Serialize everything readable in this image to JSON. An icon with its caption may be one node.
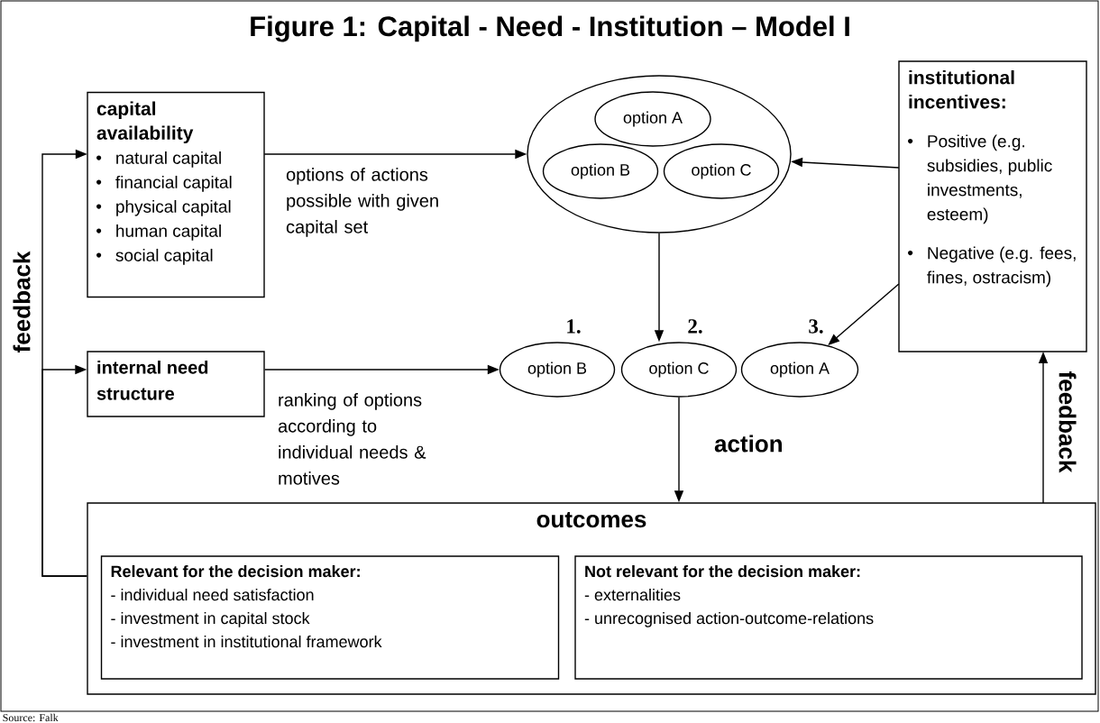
{
  "diagram": {
    "title": "Figure 1: Capital - Need - Institution – Model I",
    "nodes": [
      {
        "text": [
          "capital availability",
          "natural capital",
          "financial capital",
          "physical capital",
          "human capital",
          "social capital"
        ]
      },
      {
        "text": [],
        "shape": "ellipse"
      },
      {
        "text": [
          "option A"
        ],
        "in": 1
      },
      {
        "text": [
          "option B"
        ],
        "in": 1
      },
      {
        "text": [
          "option C"
        ],
        "in": 1
      },
      {
        "text": [
          "institutional incentives:",
          "Positive (e.g. subsidies, public investments, esteem)",
          "Negative (e.g. fees, fines, ostracism)"
        ]
      },
      {
        "text": [
          "internal need structure"
        ]
      },
      {
        "text": [
          "option B"
        ],
        "beside": [
          "1."
        ]
      },
      {
        "text": [
          "option C"
        ],
        "beside": [
          "2."
        ]
      },
      {
        "text": [
          "option A"
        ],
        "beside": [
          "3."
        ]
      },
      {
        "text": [
          "outcomes"
        ]
      },
      {
        "text": [
          "Relevant for the decision maker:",
          "- individual need satisfaction",
          "- investment in capital stock",
          "- investment in institutional framework"
        ],
        "in": 10
      },
      {
        "text": [
          "Not relevant for the decision maker:",
          "- externalities",
          "- unrecognised action-outcome-relations"
        ],
        "in": 10
      }
    ],
    "edges": [
      {
        "from": 0,
        "to": 1,
        "arrow": "to",
        "label": "options of actions possible with given capital set"
      },
      {
        "from": 6,
        "to": 7,
        "arrow": "to",
        "label": "ranking of options according to individual needs & motives"
      },
      {
        "from": 5,
        "to": 1,
        "arrow": "to"
      },
      {
        "from": 5,
        "to": 9,
        "arrow": "to"
      },
      {
        "from": 1,
        "to": 8,
        "arrow": "to"
      },
      {
        "from": 8,
        "to": 10,
        "arrow": "to",
        "label": "action"
      },
      {
        "from": 10,
        "to": 0,
        "arrow": "to",
        "label": "feedback"
      },
      {
        "from": 10,
        "to": 6,
        "arrow": "to"
      },
      {
        "from": 10,
        "to": 5,
        "arrow": "to",
        "label": "feedback"
      }
    ],
    "labels": [
      "Source: Falk"
    ]
  }
}
